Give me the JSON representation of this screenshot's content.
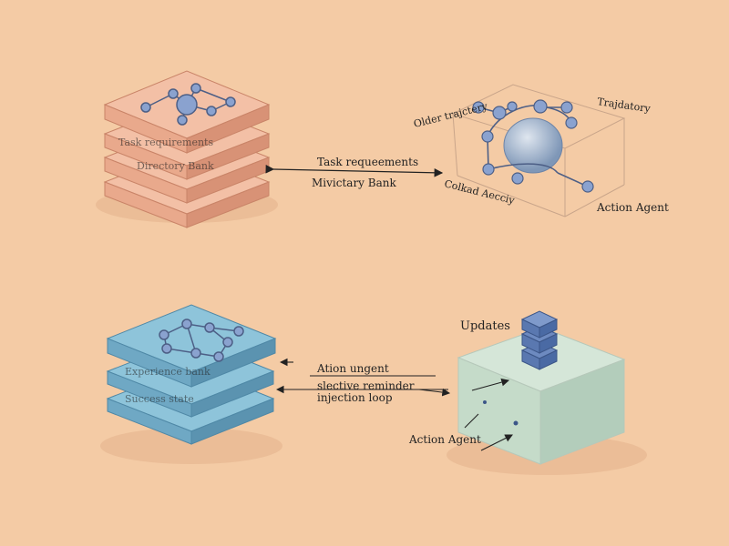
{
  "top": {
    "stack": {
      "layers": [
        "Task requirements",
        "Directory Bank"
      ],
      "colors": {
        "top": "#f3c0a6",
        "side": "#e9a98c",
        "shade": "#d89276",
        "edge": "#c98468"
      }
    },
    "arrow_labels": [
      "Task requeements",
      "Mivictary Bank"
    ],
    "cube": {
      "labels": [
        "Older trajctery",
        "Trajdatory",
        "Colkad Aecciy",
        "Action Agent"
      ]
    }
  },
  "bottom": {
    "stack": {
      "layers": [
        "Experience bank",
        "Success state"
      ],
      "colors": {
        "top": "#8ec4da",
        "side": "#6fa8c4",
        "shade": "#5b93b0",
        "edge": "#4f88a6"
      }
    },
    "arrow_labels": [
      "Ation ungent",
      "slective reminder",
      "injection loop"
    ],
    "box": {
      "labels": [
        "Updates",
        "Action Agent"
      ]
    }
  },
  "node_color": "#8aa2cf"
}
